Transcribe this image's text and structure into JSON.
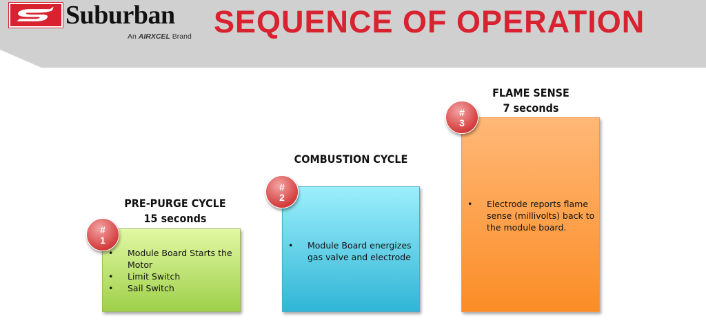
{
  "header": {
    "brand": "Suburban",
    "tagline_prefix": "An",
    "tagline_brand": "AIRXCEL",
    "tagline_suffix": "Brand",
    "title": "SEQUENCE OF OPERATION"
  },
  "steps": [
    {
      "hash": "#",
      "number": "1",
      "title": "PRE-PURGE CYCLE",
      "duration": "15 seconds",
      "bullets": [
        "Module Board Starts the Motor",
        "Limit Switch",
        "Sail Switch"
      ]
    },
    {
      "hash": "#",
      "number": "2",
      "title": "COMBUSTION CYCLE",
      "bullets": [
        "Module Board energizes gas valve and electrode"
      ]
    },
    {
      "hash": "#",
      "number": "3",
      "title": "FLAME SENSE",
      "duration": "7 seconds",
      "bullets": [
        "Electrode reports flame sense (millivolts) back to the module board."
      ]
    }
  ],
  "colors": {
    "accent": "#d8222f",
    "green": "#9ed04a",
    "blue": "#31b5d6",
    "orange": "#fb8d26"
  }
}
